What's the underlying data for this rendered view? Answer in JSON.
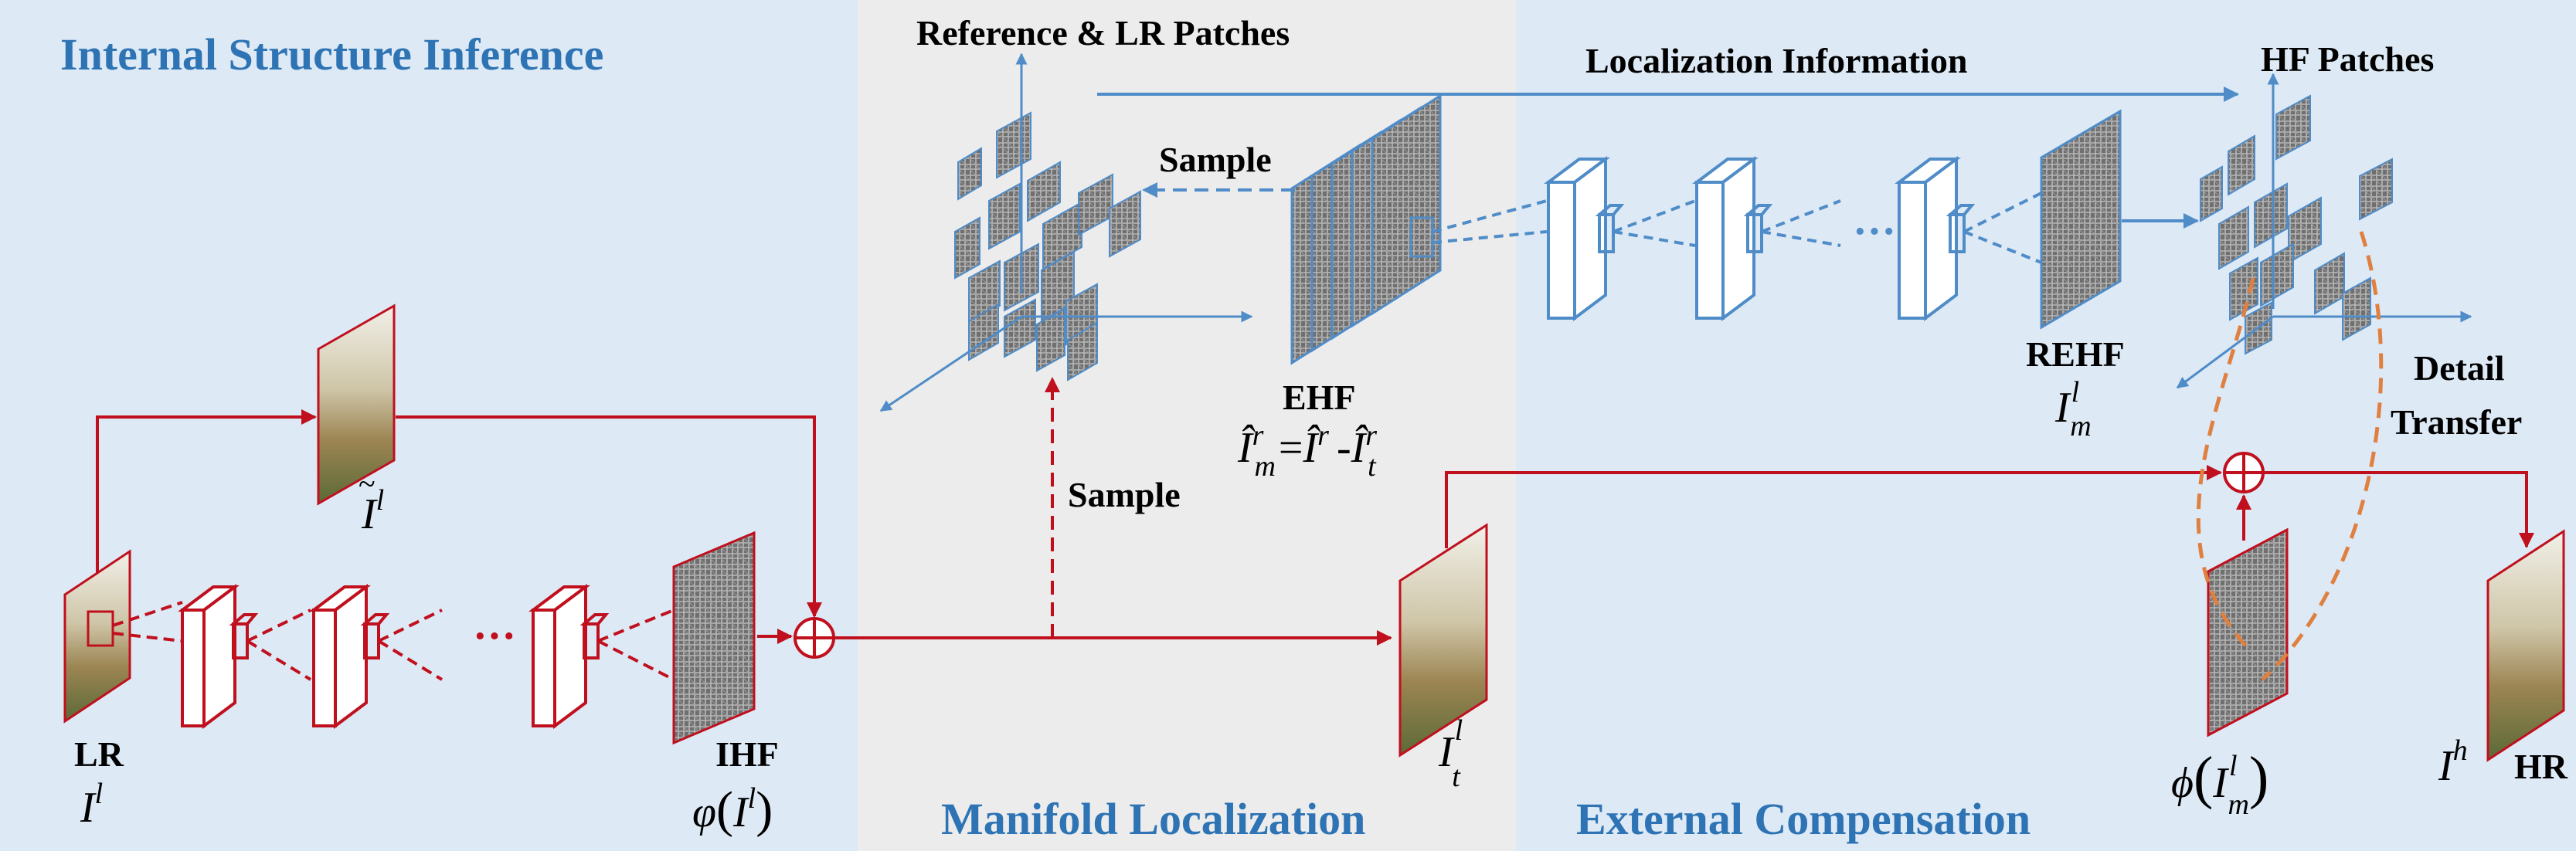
{
  "colors": {
    "panel_blue": "#dde9f5",
    "panel_gray": "#ececec",
    "section_title": "#2e74b5",
    "red_path": "#c0101e",
    "blue_path": "#4f8cc8",
    "orange_dash": "#e08040",
    "patch_gray": "#7a7a7a"
  },
  "sections": {
    "internal": "Internal Structure Inference",
    "manifold": "Manifold Localization",
    "external": "External Compensation"
  },
  "labels": {
    "ref_lr_patches": "Reference & LR Patches",
    "localization_info": "Localization Information",
    "hf_patches": "HF Patches",
    "sample_top": "Sample",
    "sample_mid": "Sample",
    "ehf": "EHF",
    "rehf": "REHF",
    "detail_transfer_1": "Detail",
    "detail_transfer_2": "Transfer",
    "lr": "LR",
    "ihf": "IHF",
    "hr": "HR",
    "dots_red": "···",
    "dots_blue": "···"
  },
  "math": {
    "i_l_base": "I",
    "i_l_sup": "l",
    "i_tilde_base": "I",
    "i_tilde_sup": "l",
    "phi_ihf_func": "φ",
    "phi_ihf_base": "I",
    "phi_ihf_sup": "l",
    "it_base": "I",
    "it_sub": "t",
    "it_sup": "l",
    "im_base": "I",
    "im_sub": "m",
    "im_sup": "l",
    "ehf_lhs_base": "Î",
    "ehf_lhs_sub": "m",
    "ehf_lhs_sup": "r",
    "ehf_eq": "=",
    "ehf_r_base": "Î",
    "ehf_r_sup": "r",
    "ehf_minus": "-",
    "ehf_t_base": "Î",
    "ehf_t_sub": "t",
    "ehf_t_sup": "r",
    "phi_im_func": "ϕ",
    "phi_im_base": "I",
    "phi_im_sub": "m",
    "phi_im_sup": "l",
    "ih_base": "I",
    "ih_sup": "h"
  }
}
